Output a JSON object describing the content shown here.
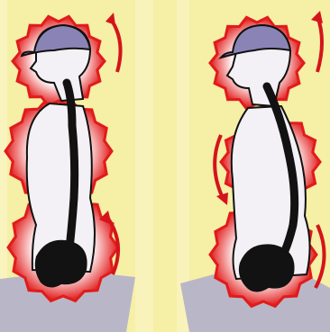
{
  "illustration": {
    "background": "#f6efa6",
    "stripe": "#fbf7cf",
    "gear_color": "#e11b1b",
    "gear_glow": "#ffe1e1",
    "head_fill": "#8a84b6",
    "body_fill": "#f4f1f6",
    "spine_color": "#121212",
    "arrow_color": "#d4141a",
    "base_color": "#b9b7c7"
  },
  "figures": [
    {
      "id": "left",
      "posture": "upright"
    },
    {
      "id": "right",
      "posture": "slouched"
    }
  ]
}
